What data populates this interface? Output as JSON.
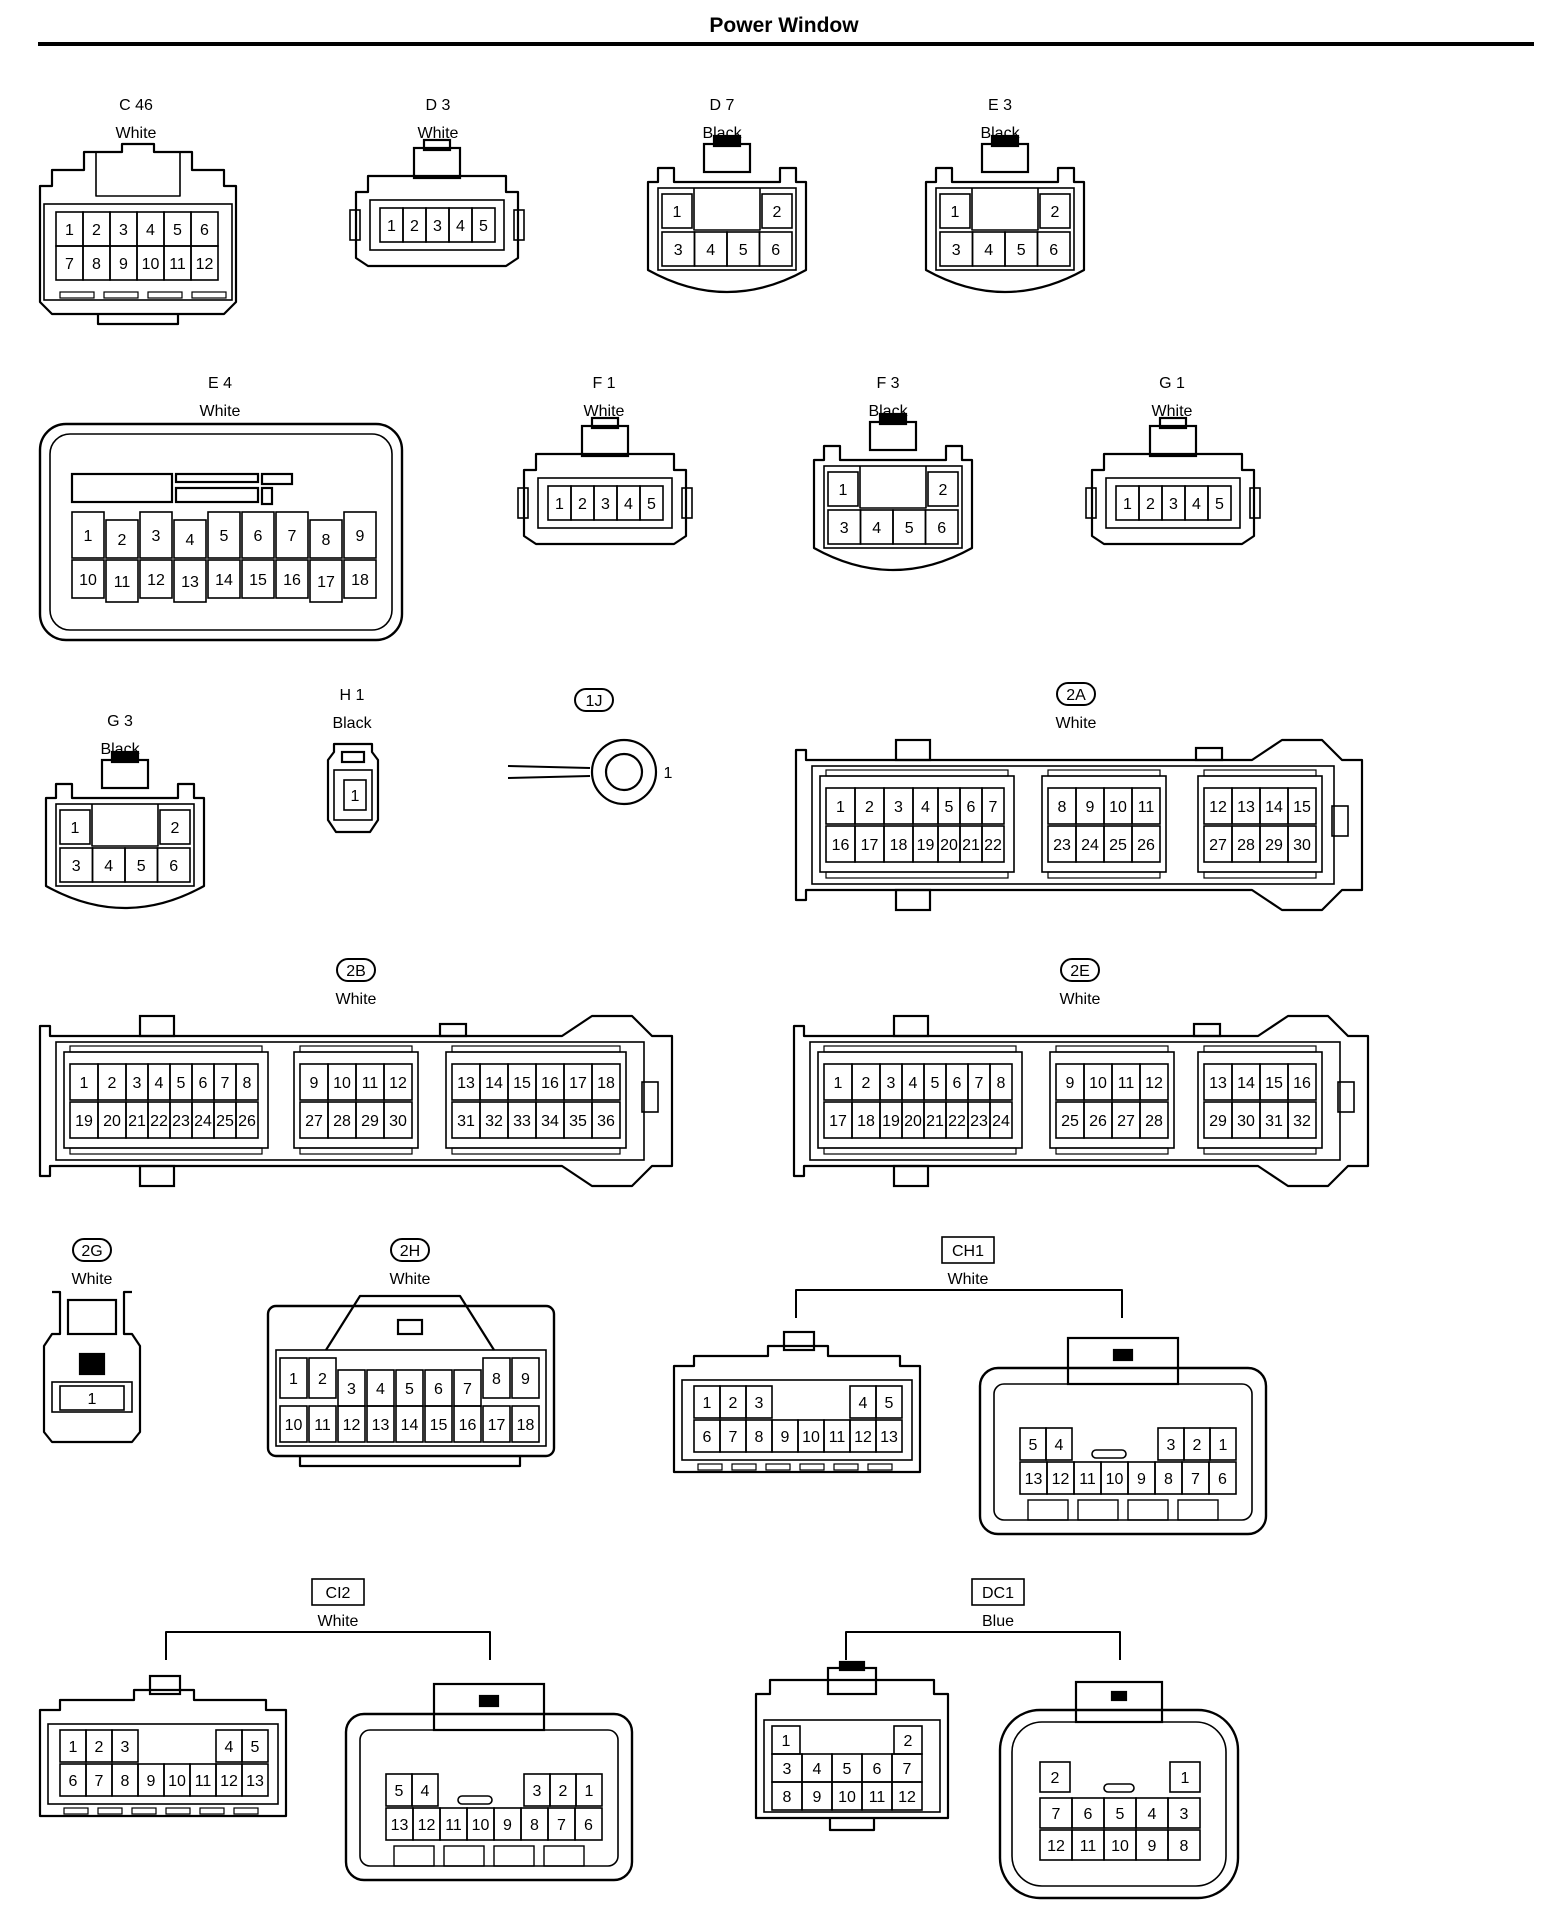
{
  "page": {
    "title": "Power Window"
  },
  "connectors": [
    {
      "code": "C 46",
      "color": "White",
      "badge": "none",
      "rows": [
        [
          "1",
          "2",
          "3",
          "4",
          "5",
          "6"
        ],
        [
          "7",
          "8",
          "9",
          "10",
          "11",
          "12"
        ]
      ]
    },
    {
      "code": "D 3",
      "color": "White",
      "badge": "none",
      "rows": [
        [
          "1",
          "2",
          "3",
          "4",
          "5"
        ]
      ]
    },
    {
      "code": "D 7",
      "color": "Black",
      "badge": "none",
      "rows": [
        [
          "1",
          "2"
        ],
        [
          "3",
          "4",
          "5",
          "6"
        ]
      ]
    },
    {
      "code": "E 3",
      "color": "Black",
      "badge": "none",
      "rows": [
        [
          "1",
          "2"
        ],
        [
          "3",
          "4",
          "5",
          "6"
        ]
      ]
    },
    {
      "code": "E 4",
      "color": "White",
      "badge": "none",
      "rows": [
        [
          "1",
          "2",
          "3",
          "4",
          "5",
          "6",
          "7",
          "8",
          "9"
        ],
        [
          "10",
          "11",
          "12",
          "13",
          "14",
          "15",
          "16",
          "17",
          "18"
        ]
      ]
    },
    {
      "code": "F 1",
      "color": "White",
      "badge": "none",
      "rows": [
        [
          "1",
          "2",
          "3",
          "4",
          "5"
        ]
      ]
    },
    {
      "code": "F 3",
      "color": "Black",
      "badge": "none",
      "rows": [
        [
          "1",
          "2"
        ],
        [
          "3",
          "4",
          "5",
          "6"
        ]
      ]
    },
    {
      "code": "G 1",
      "color": "White",
      "badge": "none",
      "rows": [
        [
          "1",
          "2",
          "3",
          "4",
          "5"
        ]
      ]
    },
    {
      "code": "G 3",
      "color": "Black",
      "badge": "none",
      "rows": [
        [
          "1",
          "2"
        ],
        [
          "3",
          "4",
          "5",
          "6"
        ]
      ]
    },
    {
      "code": "H 1",
      "color": "Black",
      "badge": "none",
      "rows": [
        [
          "1"
        ]
      ]
    },
    {
      "code": "1J",
      "color": "",
      "badge": "oval",
      "rows": [
        [
          "1"
        ]
      ]
    },
    {
      "code": "2A",
      "color": "White",
      "badge": "oval",
      "rows": [
        [
          "1",
          "2",
          "3",
          "4",
          "5",
          "6",
          "7",
          "8",
          "9",
          "10",
          "11",
          "12",
          "13",
          "14",
          "15"
        ],
        [
          "16",
          "17",
          "18",
          "19",
          "20",
          "21",
          "22",
          "23",
          "24",
          "25",
          "26",
          "27",
          "28",
          "29",
          "30"
        ]
      ]
    },
    {
      "code": "2B",
      "color": "White",
      "badge": "oval",
      "rows": [
        [
          "1",
          "2",
          "3",
          "4",
          "5",
          "6",
          "7",
          "8",
          "9",
          "10",
          "11",
          "12",
          "13",
          "14",
          "15",
          "16",
          "17",
          "18"
        ],
        [
          "19",
          "20",
          "21",
          "22",
          "23",
          "24",
          "25",
          "26",
          "27",
          "28",
          "29",
          "30",
          "31",
          "32",
          "33",
          "34",
          "35",
          "36"
        ]
      ]
    },
    {
      "code": "2E",
      "color": "White",
      "badge": "oval",
      "rows": [
        [
          "1",
          "2",
          "3",
          "4",
          "5",
          "6",
          "7",
          "8",
          "9",
          "10",
          "11",
          "12",
          "13",
          "14",
          "15",
          "16"
        ],
        [
          "17",
          "18",
          "19",
          "20",
          "21",
          "22",
          "23",
          "24",
          "25",
          "26",
          "27",
          "28",
          "29",
          "30",
          "31",
          "32"
        ]
      ]
    },
    {
      "code": "2G",
      "color": "White",
      "badge": "oval",
      "rows": [
        [
          "1"
        ]
      ]
    },
    {
      "code": "2H",
      "color": "White",
      "badge": "oval",
      "rows": [
        [
          "1",
          "2",
          "3",
          "4",
          "5",
          "6",
          "7",
          "8",
          "9"
        ],
        [
          "10",
          "11",
          "12",
          "13",
          "14",
          "15",
          "16",
          "17",
          "18"
        ]
      ]
    },
    {
      "code": "CH1",
      "color": "White",
      "badge": "box",
      "rows": [
        [
          "1",
          "2",
          "3",
          "4",
          "5"
        ],
        [
          "6",
          "7",
          "8",
          "9",
          "10",
          "11",
          "12",
          "13"
        ]
      ],
      "mating_rows": [
        [
          "5",
          "4",
          "3",
          "2",
          "1"
        ],
        [
          "13",
          "12",
          "11",
          "10",
          "9",
          "8",
          "7",
          "6"
        ]
      ]
    },
    {
      "code": "CI2",
      "color": "White",
      "badge": "box",
      "rows": [
        [
          "1",
          "2",
          "3",
          "4",
          "5"
        ],
        [
          "6",
          "7",
          "8",
          "9",
          "10",
          "11",
          "12",
          "13"
        ]
      ],
      "mating_rows": [
        [
          "5",
          "4",
          "3",
          "2",
          "1"
        ],
        [
          "13",
          "12",
          "11",
          "10",
          "9",
          "8",
          "7",
          "6"
        ]
      ]
    },
    {
      "code": "DC1",
      "color": "Blue",
      "badge": "box",
      "rows": [
        [
          "1",
          "2"
        ],
        [
          "3",
          "4",
          "5",
          "6",
          "7"
        ],
        [
          "8",
          "9",
          "10",
          "11",
          "12"
        ]
      ],
      "mating_rows": [
        [
          "2",
          "1"
        ],
        [
          "7",
          "6",
          "5",
          "4",
          "3"
        ],
        [
          "12",
          "11",
          "10",
          "9",
          "8"
        ]
      ]
    }
  ]
}
